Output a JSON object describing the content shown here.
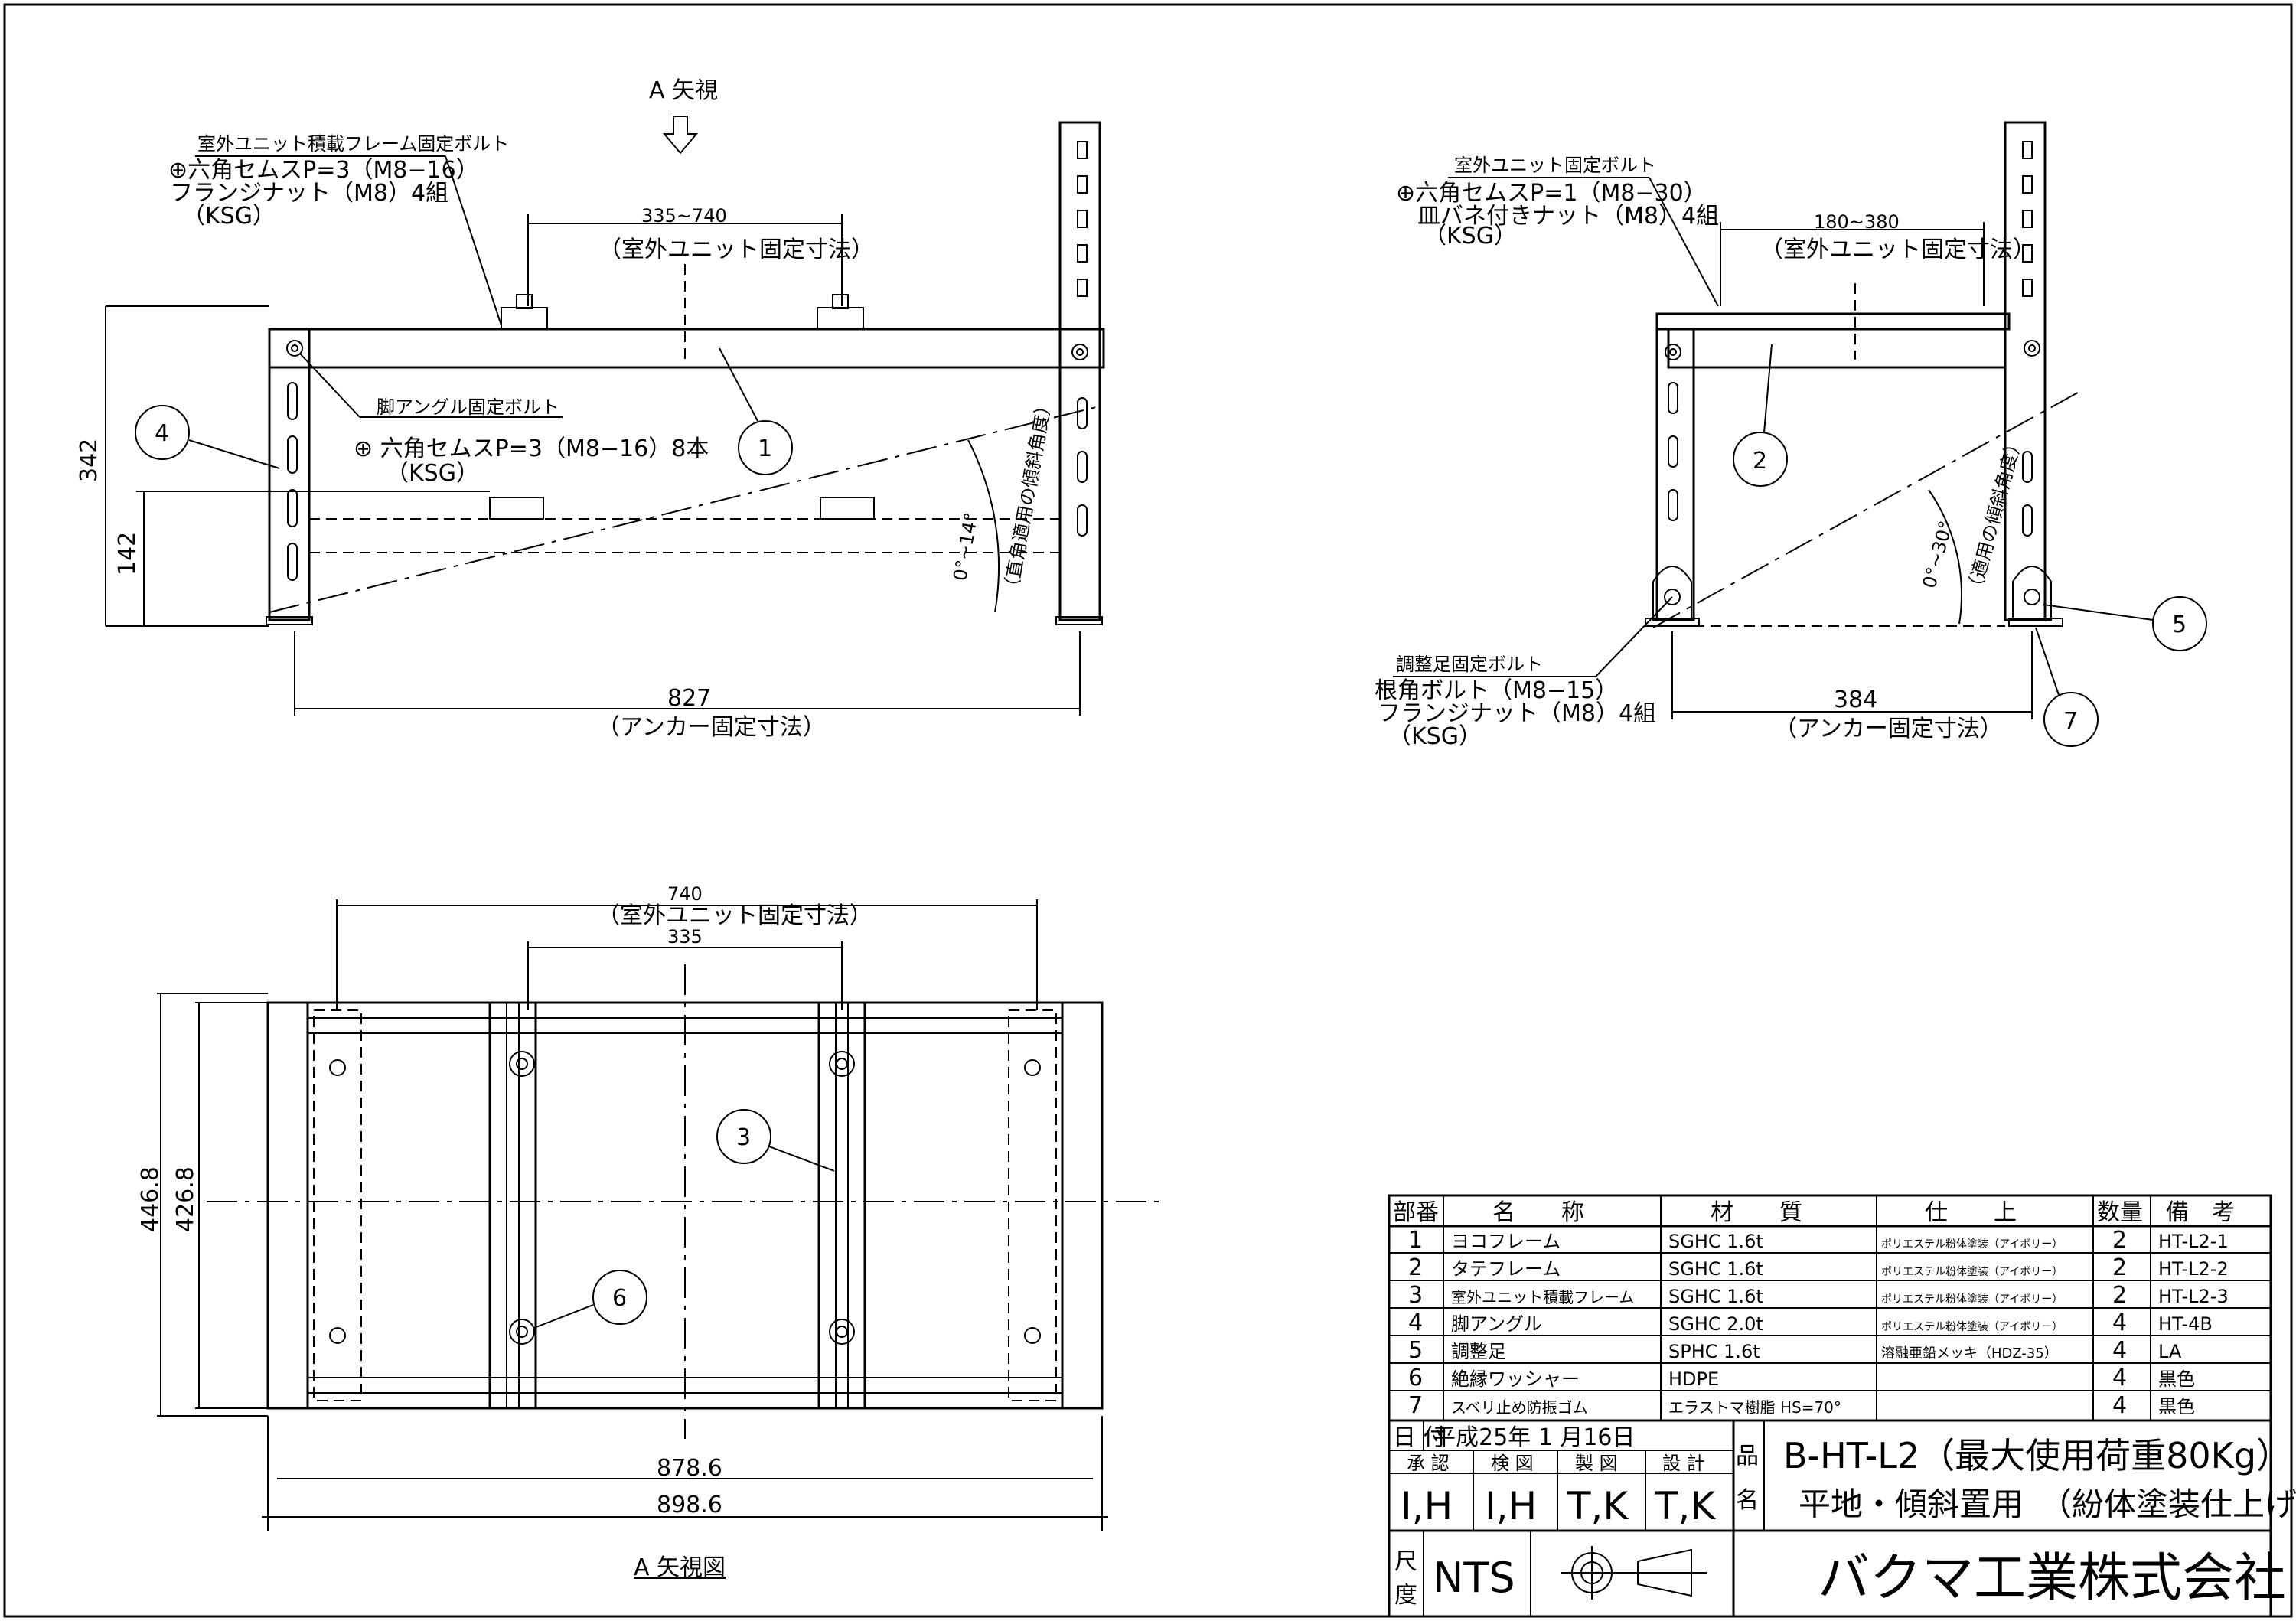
{
  "views": {
    "front": {
      "view_marker": "A 矢視",
      "bolt1_title": "室外ユニット積載フレーム固定ボルト",
      "bolt1_line1": "⊕六角セムスP=3（M8−16）",
      "bolt1_line2": "フランジナット（M8）4組",
      "bolt1_line3": "（KSG）",
      "bolt2_title": "脚アングル固定ボルト",
      "bolt2_line1": "⊕ 六角セムスP=3（M8−16）8本",
      "bolt2_line2": "（KSG）",
      "dim_unit": "335~740",
      "dim_unit_label": "（室外ユニット固定寸法）",
      "dim_height": "342",
      "dim_height2": "142",
      "dim_anchor": "827",
      "dim_anchor_label": "（アンカー固定寸法）",
      "angle": "0°~14°",
      "angle_label": "（直角適用の傾斜角度）",
      "part_1": "1",
      "part_4": "4"
    },
    "side": {
      "bolt_title": "室外ユニット固定ボルト",
      "bolt_line1": "⊕六角セムスP=1（M8−30）",
      "bolt_line2": "皿バネ付きナット（M8）4組",
      "bolt_line3": "（KSG）",
      "dim_unit": "180~380",
      "dim_unit_label": "（室外ユニット固定寸法）",
      "adj_title": "調整足固定ボルト",
      "adj_line1": "根角ボルト（M8−15）",
      "adj_line2": "フランジナット（M8）4組",
      "adj_line3": "（KSG）",
      "dim_anchor": "384",
      "dim_anchor_label": "（アンカー固定寸法）",
      "angle": "0°~30°",
      "angle_label": "（適用の傾斜角度）",
      "part_2": "2",
      "part_5": "5",
      "part_7": "7"
    },
    "top": {
      "dim_740": "740",
      "dim_740_label": "（室外ユニット固定寸法）",
      "dim_335": "335",
      "dim_446": "446.8",
      "dim_426": "426.8",
      "dim_878": "878.6",
      "dim_898": "898.6",
      "caption": "A 矢視図",
      "part_3": "3",
      "part_6": "6"
    }
  },
  "parts_table": {
    "headers": [
      "部番",
      "名　　称",
      "材　　質",
      "仕　　上",
      "数量",
      "備　考"
    ],
    "rows": [
      [
        "1",
        "ヨコフレーム",
        "SGHC 1.6t",
        "ポリエステル粉体塗装（アイボリー）",
        "2",
        "HT-L2-1"
      ],
      [
        "2",
        "タテフレーム",
        "SGHC 1.6t",
        "ポリエステル粉体塗装（アイボリー）",
        "2",
        "HT-L2-2"
      ],
      [
        "3",
        "室外ユニット積載フレーム",
        "SGHC 1.6t",
        "ポリエステル粉体塗装（アイボリー）",
        "2",
        "HT-L2-3"
      ],
      [
        "4",
        "脚アングル",
        "SGHC 2.0t",
        "ポリエステル粉体塗装（アイボリー）",
        "4",
        "HT-4B"
      ],
      [
        "5",
        "調整足",
        "SPHC 1.6t",
        "溶融亜鉛メッキ（HDZ-35）",
        "4",
        "LA"
      ],
      [
        "6",
        "絶縁ワッシャー",
        "HDPE",
        "",
        "4",
        "黒色"
      ],
      [
        "7",
        "スベリ止め防振ゴム",
        "エラストマ樹脂 HS=70°",
        "",
        "4",
        "黒色"
      ]
    ]
  },
  "title_block": {
    "date_label": "日 付",
    "date_value": "平成25年 1 月16日",
    "roles": [
      "承 認",
      "検 図",
      "製 図",
      "設 計"
    ],
    "signers": [
      "I,H",
      "I,H",
      "T,K",
      "T,K"
    ],
    "hin_label": "品",
    "mei_label": "名",
    "product_line1": "B-HT-L2（最大使用荷重80Kg）",
    "product_line2": "平地・傾斜置用　（紛体塗装仕上げ）",
    "scale_label1": "尺",
    "scale_label2": "度",
    "scale_value": "NTS",
    "company": "バクマ工業株式会社"
  }
}
